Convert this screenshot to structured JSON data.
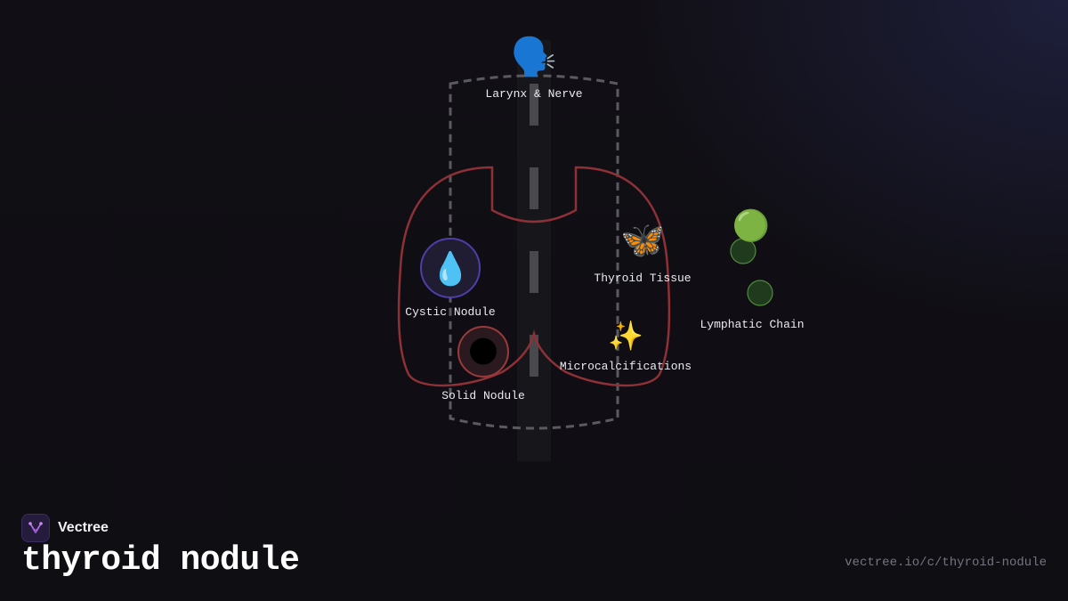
{
  "brand": {
    "name": "Vectree"
  },
  "title": "thyroid nodule",
  "url": "vectree.io/c/thyroid-nodule",
  "colors": {
    "background": "#0f0e13",
    "thyroid_outline": "#8e3136",
    "capsule_dash": "#5a5a5f",
    "trachea": "#17171b",
    "cystic_ring": "#4c3fa8",
    "solid_ring": "#9a3a3a",
    "lymph_node": "#6aa84f"
  },
  "nodes": {
    "larynx": {
      "label": "Larynx & Nerve",
      "icon": "speaking-head-icon",
      "glyph": "🗣️"
    },
    "thyroid": {
      "label": "Thyroid Tissue",
      "icon": "butterfly-icon",
      "glyph": "🦋"
    },
    "cystic": {
      "label": "Cystic Nodule",
      "icon": "droplet-icon",
      "glyph": "💧"
    },
    "solid": {
      "label": "Solid Nodule",
      "icon": "dark-moon-icon",
      "glyph": "🌑"
    },
    "micro": {
      "label": "Microcalcifications",
      "icon": "sparkles-icon",
      "glyph": "✨"
    },
    "lymph": {
      "label": "Lymphatic Chain",
      "icon": "green-circle-icon",
      "glyph": "🟢"
    }
  }
}
